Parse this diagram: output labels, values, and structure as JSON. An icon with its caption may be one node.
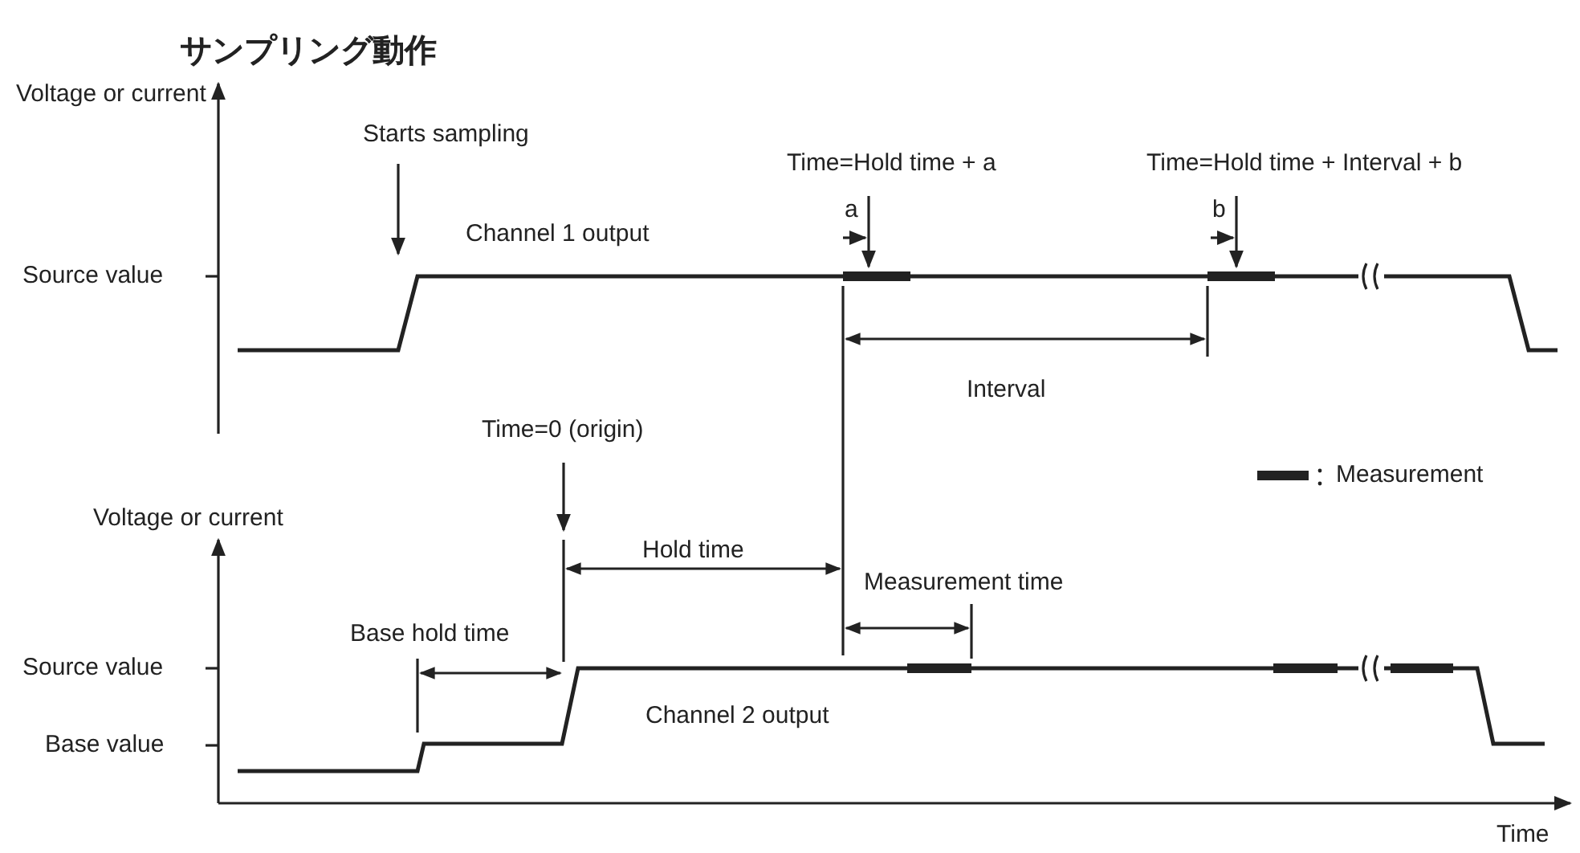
{
  "diagram": {
    "title": "サンプリング動作",
    "labels": [
      "Voltage or current",
      "Starts sampling",
      "Time=Hold time + a",
      "Time=Hold time + Interval + b",
      "Channel 1 output",
      "a",
      "b",
      "Source value",
      "Interval",
      "Time=0 (origin)",
      "Voltage or current",
      "Hold time",
      "Measurement time",
      "Base hold time",
      "Source value",
      "Channel 2 output",
      "Base value",
      "Time"
    ],
    "legend": [
      {
        "text": "Measurement",
        "color": "#222222"
      }
    ]
  }
}
